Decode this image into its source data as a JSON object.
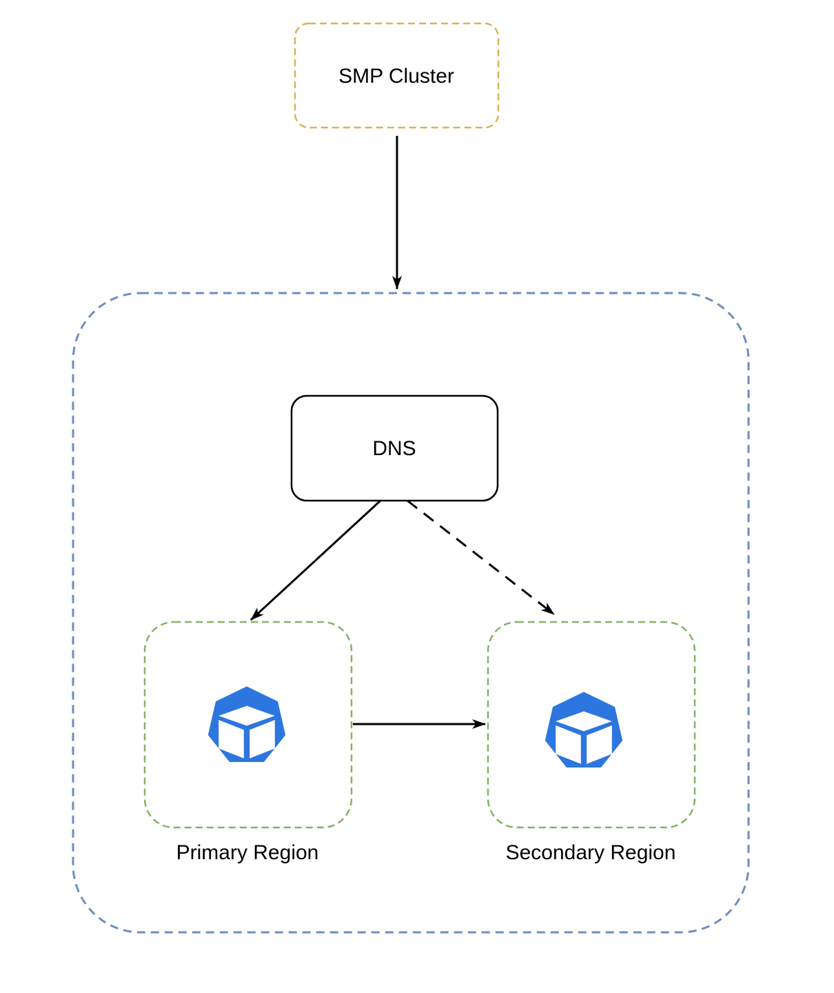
{
  "diagram": {
    "nodes": {
      "smp_cluster": {
        "label": "SMP Cluster"
      },
      "dns": {
        "label": "DNS"
      },
      "primary_region": {
        "label": "Primary Region"
      },
      "secondary_region": {
        "label": "Secondary Region"
      }
    },
    "edges": [
      {
        "from": "smp_cluster",
        "to": "dns_zone_container",
        "style": "solid",
        "direction": "down"
      },
      {
        "from": "dns",
        "to": "primary_region",
        "style": "solid",
        "direction": "down-left"
      },
      {
        "from": "dns",
        "to": "secondary_region",
        "style": "dashed",
        "direction": "down-right"
      },
      {
        "from": "primary_region",
        "to": "secondary_region",
        "style": "solid",
        "direction": "right"
      }
    ],
    "icons": {
      "cluster": "cube-in-heptagon-cluster-icon"
    },
    "colors": {
      "background": "#FFFFFF",
      "smp_border": "#D9B157",
      "container_border": "#6C8EBF",
      "region_border": "#82B366",
      "dns_border": "#000000",
      "edge": "#000000",
      "icon_blue": "#2D76E0",
      "icon_cube": "#FFFFFF",
      "text": "#000000"
    }
  }
}
